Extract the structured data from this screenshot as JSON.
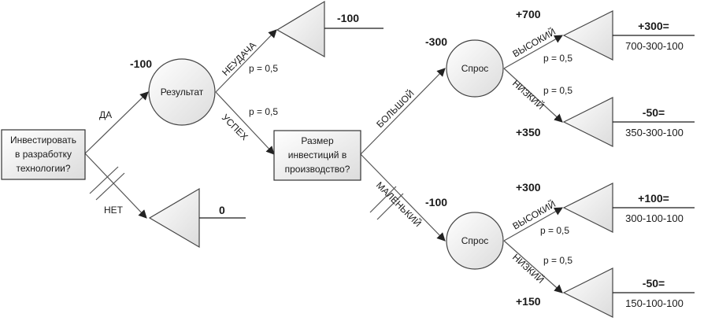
{
  "decision_root": {
    "lines": [
      "Инвестировать",
      "в разработку",
      "технологии?"
    ]
  },
  "decision_size": {
    "lines": [
      "Размер",
      "инвестиций в",
      "производство?"
    ]
  },
  "chance_result": {
    "label": "Результат",
    "cost": "-100"
  },
  "chance_big": {
    "label": "Спрос",
    "cost": "-300"
  },
  "chance_small": {
    "label": "Спрос",
    "cost": "-100"
  },
  "edges": {
    "yes": "ДА",
    "no": "НЕТ",
    "fail": "НЕУДАЧА",
    "success": "УСПЕХ",
    "big": "БОЛЬШОЙ",
    "small": "МАЛЕНЬКИЙ",
    "high": "ВЫСОКИЙ",
    "low": "НИЗКИЙ"
  },
  "probabilities": {
    "fail": "p = 0,5",
    "success": "p = 0,5",
    "big_high": "p = 0,5",
    "big_low": "p = 0,5",
    "small_high": "p = 0,5",
    "small_low": "p = 0,5"
  },
  "outcomes": {
    "fail": {
      "value": "-100"
    },
    "no": {
      "value": "0"
    },
    "big_high": {
      "gain": "+700",
      "result": "+300=",
      "calc": "700-300-100"
    },
    "big_low": {
      "gain": "+350",
      "result": "-50=",
      "calc": "350-300-100"
    },
    "small_high": {
      "gain": "+300",
      "result": "+100=",
      "calc": "300-100-100"
    },
    "small_low": {
      "gain": "+150",
      "result": "-50=",
      "calc": "150-100-100"
    }
  }
}
